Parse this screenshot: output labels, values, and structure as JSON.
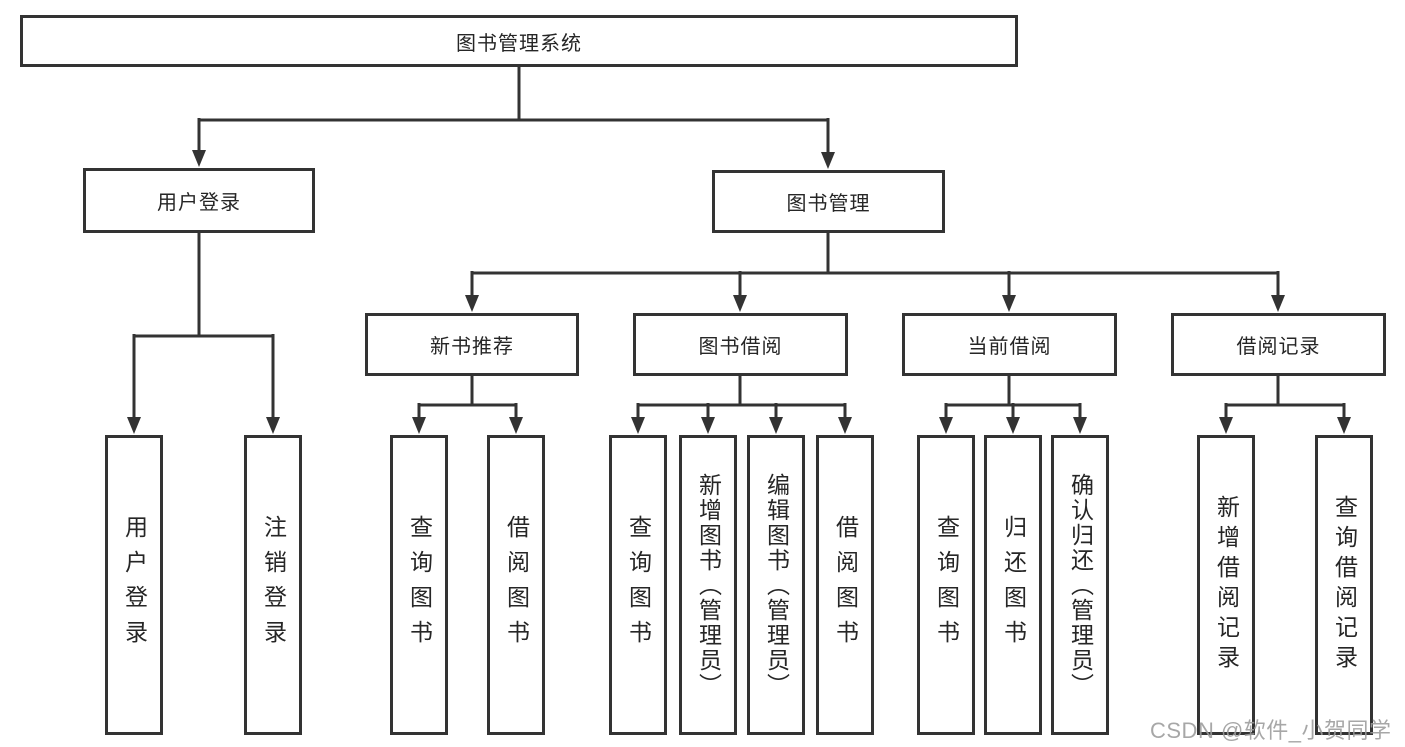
{
  "diagram": {
    "root": {
      "label": "图书管理系统"
    },
    "level2": [
      {
        "label": "用户登录"
      },
      {
        "label": "图书管理"
      }
    ],
    "level3": [
      {
        "label": "新书推荐"
      },
      {
        "label": "图书借阅"
      },
      {
        "label": "当前借阅"
      },
      {
        "label": "借阅记录"
      }
    ],
    "leaves": [
      {
        "label": "用户登录"
      },
      {
        "label": "注销登录"
      },
      {
        "label": "查询图书"
      },
      {
        "label": "借阅图书"
      },
      {
        "label": "查询图书"
      },
      {
        "label": "新增图书（管理员）"
      },
      {
        "label": "编辑图书（管理员）"
      },
      {
        "label": "借阅图书"
      },
      {
        "label": "查询图书"
      },
      {
        "label": "归还图书"
      },
      {
        "label": "确认归还（管理员）"
      },
      {
        "label": "新增借阅记录"
      },
      {
        "label": "查询借阅记录"
      }
    ]
  },
  "watermark": {
    "text": "CSDN @软件_小贺同学"
  },
  "colors": {
    "line": "#333333",
    "text": "#262626",
    "background": "#ffffff",
    "watermark": "#9c9c9c"
  }
}
